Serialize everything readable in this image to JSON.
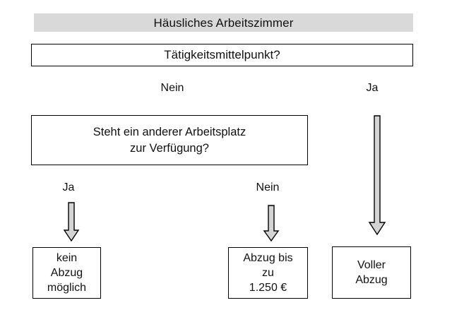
{
  "diagram": {
    "title": "Häusliches Arbeitszimmer",
    "nodes": {
      "decision_1": "Tätigkeitsmittelpunkt?",
      "decision_2_line_1": "Steht ein anderer Arbeitsplatz",
      "decision_2_line_2": "zur Verfügung?",
      "outcome_left_line_1": "kein",
      "outcome_left_line_2": "Abzug",
      "outcome_left_line_3": "möglich",
      "outcome_middle_line_1": "Abzug bis",
      "outcome_middle_line_2": "zu",
      "outcome_middle_line_3": "1.250 €",
      "outcome_right_line_1": "Voller",
      "outcome_right_line_2": "Abzug"
    },
    "edge_labels": {
      "decision_1_no": "Nein",
      "decision_1_yes": "Ja",
      "decision_2_yes": "Ja",
      "decision_2_no": "Nein"
    },
    "icons": {
      "arrow_left": "down-arrow-icon",
      "arrow_middle": "down-arrow-icon",
      "arrow_right": "down-arrow-icon"
    },
    "colors": {
      "banner_background": "#d9d9d9",
      "arrow_fill": "#d4d4d4",
      "outline": "#000000",
      "text": "#111111",
      "page_background": "#ffffff"
    }
  }
}
